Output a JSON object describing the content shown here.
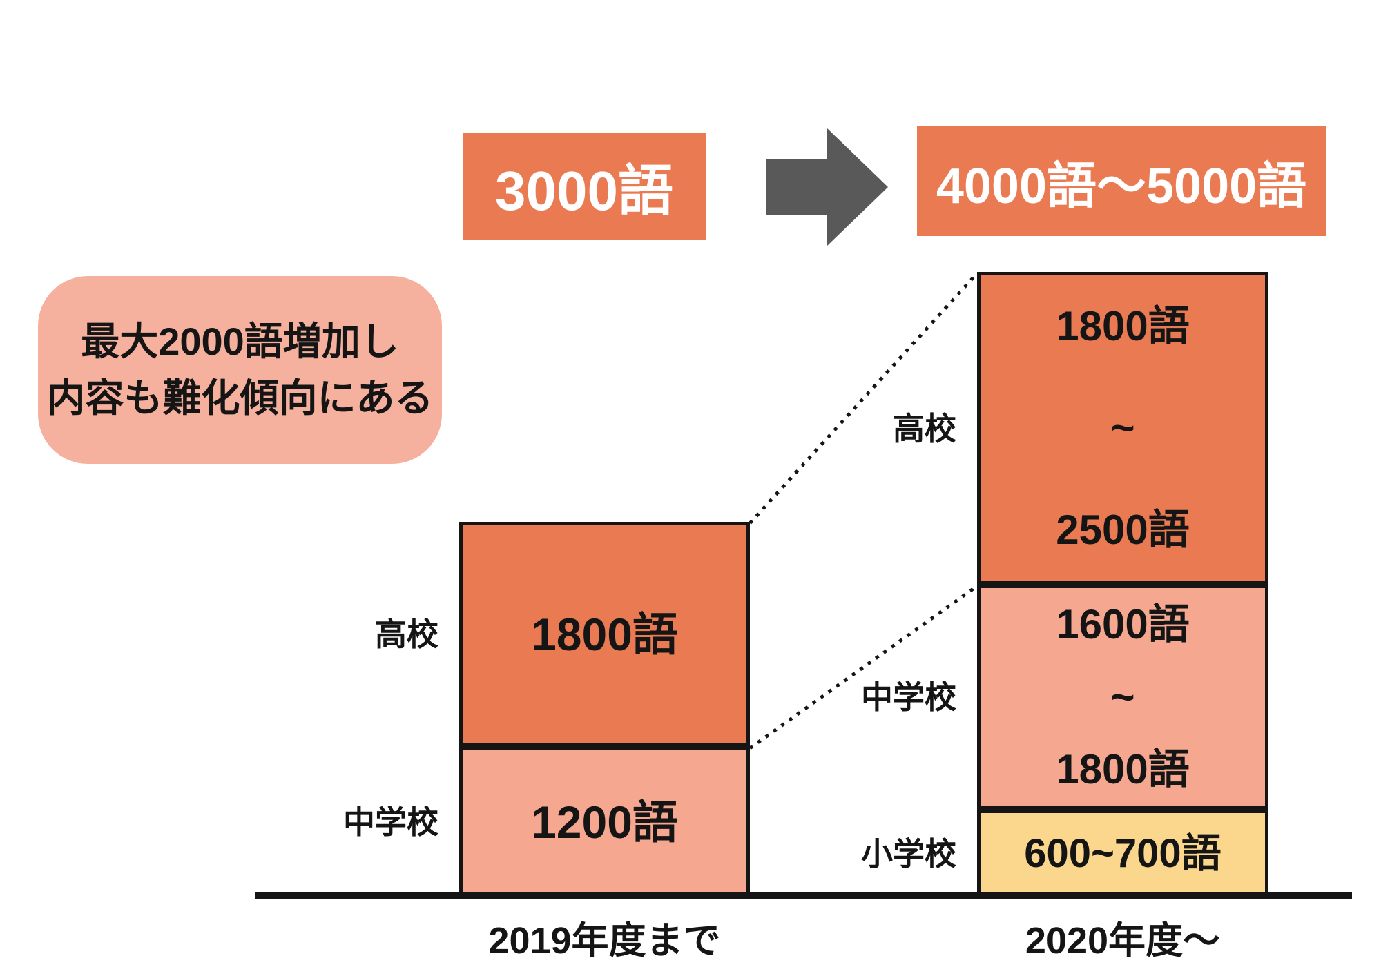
{
  "colors": {
    "accent_dark": "#E97A52",
    "accent_salmon": "#F5A78F",
    "accent_pink": "#F6B19E",
    "accent_yellow": "#FAD78D",
    "arrow_gray": "#595959",
    "line_black": "#151515",
    "background": "#ffffff"
  },
  "callout": {
    "line1": "最大2000語増加し",
    "line2": "内容も難化傾向にある"
  },
  "chart_data": {
    "type": "bar",
    "subtype": "stacked-bar-comparison",
    "unit": "語 (words)",
    "grid": false,
    "legend": false,
    "annotation": "最大2000語増加し 内容も難化傾向にある",
    "flow_arrow": "3000語 → 4000語〜5000語",
    "categories": [
      "2019年度まで",
      "2020年度〜"
    ],
    "bars": [
      {
        "category": "2019年度まで",
        "total_label": "3000語",
        "total_min": 3000,
        "total_max": 3000,
        "segments": [
          {
            "level": "高校",
            "label": "1800語",
            "min": 1800,
            "max": 1800,
            "color": "accent_dark"
          },
          {
            "level": "中学校",
            "label": "1200語",
            "min": 1200,
            "max": 1200,
            "color": "accent_salmon"
          }
        ]
      },
      {
        "category": "2020年度〜",
        "total_label": "4000語〜5000語",
        "total_min": 4000,
        "total_max": 5000,
        "segments": [
          {
            "level": "高校",
            "label_lines": [
              "1800語",
              "~",
              "2500語"
            ],
            "min": 1800,
            "max": 2500,
            "color": "accent_dark"
          },
          {
            "level": "中学校",
            "label_lines": [
              "1600語",
              "~",
              "1800語"
            ],
            "min": 1600,
            "max": 1800,
            "color": "accent_salmon"
          },
          {
            "level": "小学校",
            "label": "600~700語",
            "min": 600,
            "max": 700,
            "color": "accent_yellow"
          }
        ]
      }
    ]
  }
}
